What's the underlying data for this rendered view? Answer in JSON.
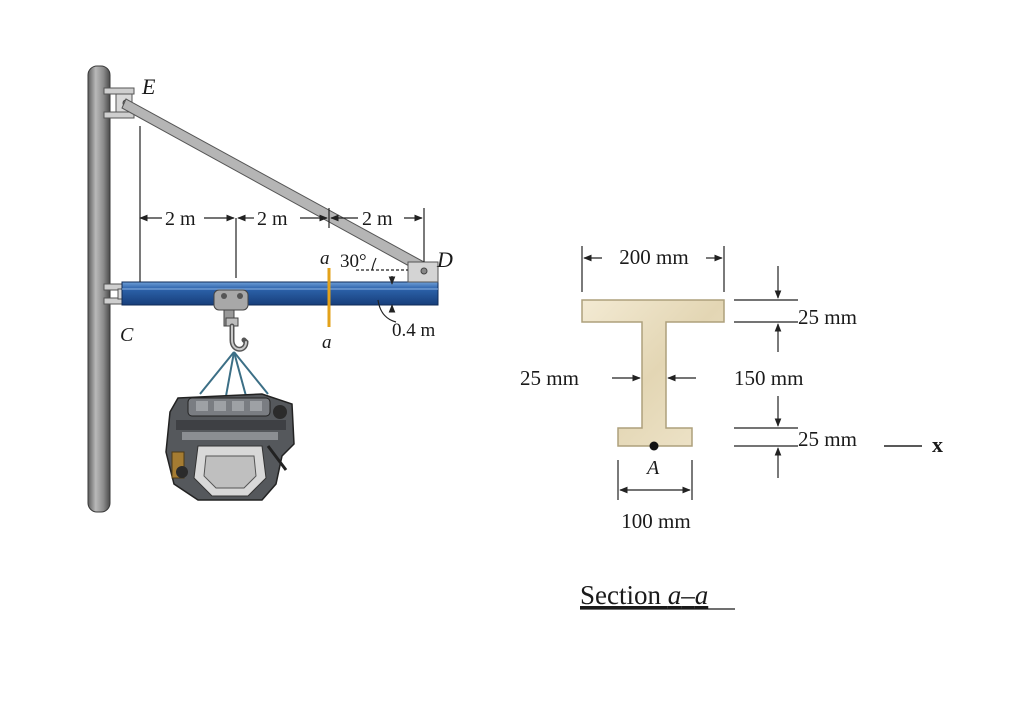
{
  "colors": {
    "beam": "#1f4f94",
    "pole": "#8a8a8a",
    "strut": "#a9a9a9",
    "section_fill": "#e8dcbc",
    "section_line": "#ada07c",
    "marker": "#e3a21a"
  },
  "crane": {
    "point_E": "E",
    "point_C": "C",
    "point_D": "D",
    "dim_1": "2 m",
    "dim_2": "2 m",
    "dim_3": "2 m",
    "angle": "30°",
    "section_top": "a",
    "section_bottom": "a",
    "offset": "0.4 m"
  },
  "section": {
    "flange_width": "200 mm",
    "top_flange_thickness": "25 mm",
    "web_thickness": "25 mm",
    "web_height": "150 mm",
    "bottom_flange_thickness": "25 mm",
    "bottom_flange_width": "100 mm",
    "point_A": "A",
    "axis_label": "x",
    "caption_prefix": "Section ",
    "caption_a1": "a",
    "caption_dash": "–",
    "caption_a2": "a"
  },
  "icons": [
    "engine-icon",
    "hook-icon"
  ]
}
